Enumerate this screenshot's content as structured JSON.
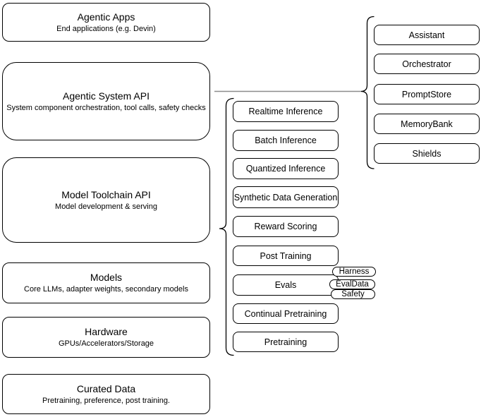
{
  "diagram": {
    "left_column": [
      {
        "title": "Agentic Apps",
        "subtitle": "End applications (e.g. Devin)"
      },
      {
        "title": "Agentic System API",
        "subtitle": "System component orchestration, tool calls, safety checks"
      },
      {
        "title": "Model Toolchain API",
        "subtitle": "Model development & serving"
      },
      {
        "title": "Models",
        "subtitle": "Core LLMs, adapter weights, secondary models"
      },
      {
        "title": "Hardware",
        "subtitle": "GPUs/Accelerators/Storage"
      },
      {
        "title": "Curated Data",
        "subtitle": "Pretraining, preference, post training."
      }
    ],
    "toolchain_nodes": [
      "Realtime Inference",
      "Batch Inference",
      "Quantized Inference",
      "Synthetic Data Generation",
      "Reward Scoring",
      "Post Training",
      "Evals",
      "Continual Pretraining",
      "Pretraining"
    ],
    "system_nodes": [
      "Assistant",
      "Orchestrator",
      "PromptStore",
      "MemoryBank",
      "Shields"
    ],
    "eval_pills": [
      "Harness",
      "EvalData",
      "Safety"
    ],
    "colors": {
      "stroke": "#000000",
      "connector": "#8c8c8c",
      "fill": "#ffffff",
      "text": "#000000"
    }
  }
}
